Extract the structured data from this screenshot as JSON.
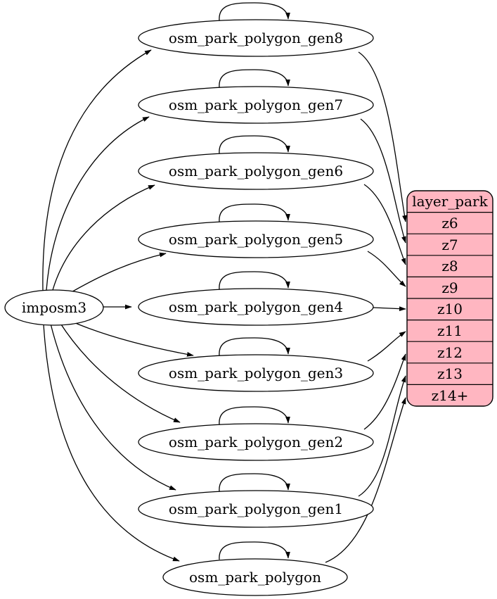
{
  "colors": {
    "table_fill": "#ffb6c1",
    "node_fill": "#ffffff",
    "stroke": "#000000",
    "background": "#ffffff"
  },
  "source_node": {
    "label": "imposm3"
  },
  "generalized_tables": [
    {
      "label": "osm_park_polygon_gen8",
      "target_zoom_row": "z6"
    },
    {
      "label": "osm_park_polygon_gen7",
      "target_zoom_row": "z7"
    },
    {
      "label": "osm_park_polygon_gen6",
      "target_zoom_row": "z8"
    },
    {
      "label": "osm_park_polygon_gen5",
      "target_zoom_row": "z9"
    },
    {
      "label": "osm_park_polygon_gen4",
      "target_zoom_row": "z10"
    },
    {
      "label": "osm_park_polygon_gen3",
      "target_zoom_row": "z11"
    },
    {
      "label": "osm_park_polygon_gen2",
      "target_zoom_row": "z12"
    },
    {
      "label": "osm_park_polygon_gen1",
      "target_zoom_row": "z13"
    },
    {
      "label": "osm_park_polygon",
      "target_zoom_row": "z14+"
    }
  ],
  "layer_table": {
    "title": "layer_park",
    "rows": [
      "z6",
      "z7",
      "z8",
      "z9",
      "z10",
      "z11",
      "z12",
      "z13",
      "z14+"
    ]
  }
}
